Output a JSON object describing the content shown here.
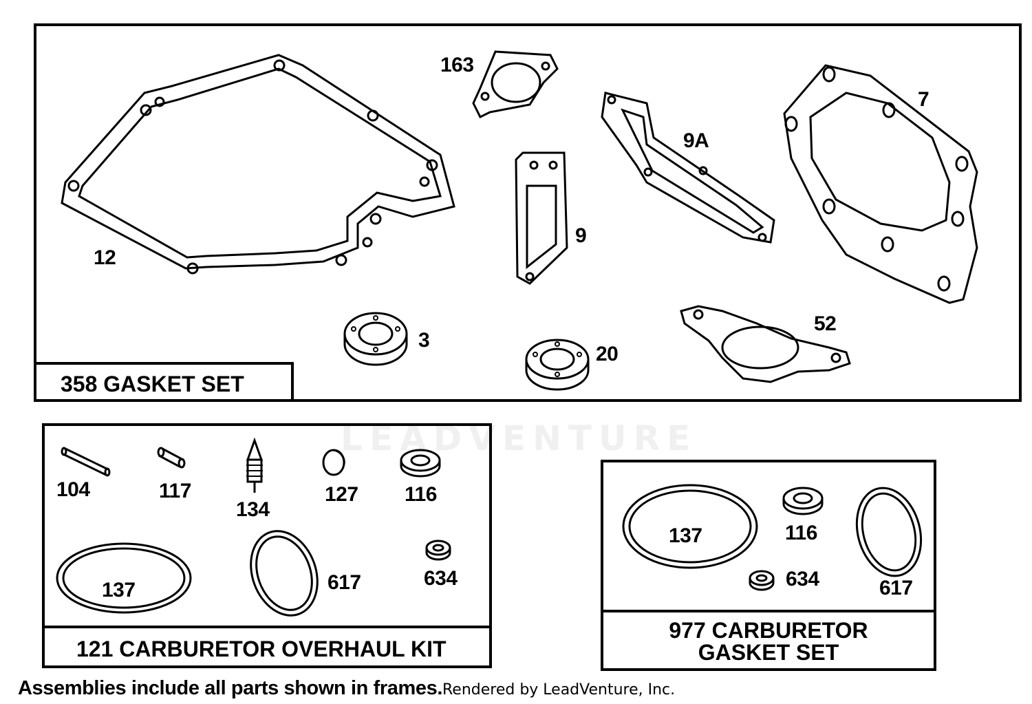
{
  "gasket_set": {
    "title": "358 GASKET SET",
    "parts": [
      "12",
      "163",
      "9A",
      "7",
      "9",
      "3",
      "20",
      "52"
    ]
  },
  "overhaul_kit": {
    "title": "121 CARBURETOR OVERHAUL KIT",
    "parts": [
      "104",
      "117",
      "134",
      "127",
      "116",
      "137",
      "617",
      "634"
    ]
  },
  "carb_gasket_set": {
    "title_line1": "977 CARBURETOR",
    "title_line2": "GASKET SET",
    "parts": [
      "137",
      "116",
      "634",
      "617"
    ]
  },
  "watermark": "LEADVENTURE",
  "footer": {
    "note": "Assemblies include all parts shown in frames.",
    "credit": "Rendered by LeadVenture, Inc."
  }
}
